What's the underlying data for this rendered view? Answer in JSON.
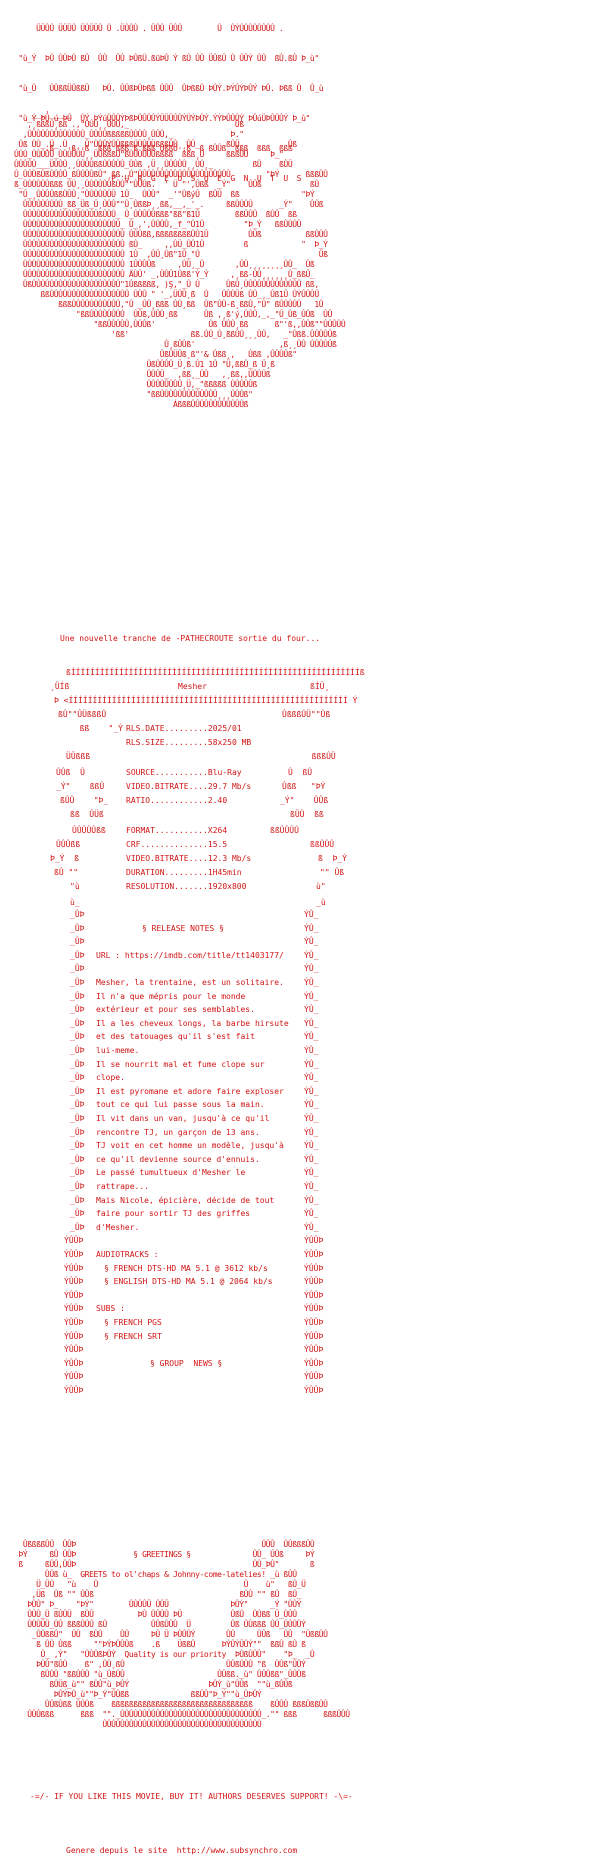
{
  "logo": {
    "art": [
      "     ÜÜÛÛ ÜÜÜÛ ÜÛÜÜÛ Û .ÜÛÛÛ . ÜÛÛ ÜÛÛ        Û  ÛÝÛÛÛÛÛÛÛÛ .",
      " \"ù_Ý  ÞÛ ÛÛÞÛ ßÛ  ÛÛ  ÛÛ ÞÛßÜ.ßüÞÛ Ý ßÛ ÛÛ ÜÛßÜ Û ÛÛÝ ÛÛ  ßÛ.ßÛ Þ_ù\"",
      " \"ù_Û   ÛÛßßÜÛßßÜ   ÞÛ. ÛÛßÞÛÞßß ÛÛÛ  ÛÞßßÛ ÞÛÝ.ÞÝÛÝÞÛÝ ÞÛ. Þßß Û  Û_ù",
      " \"ù_Ý ÞÛ ú ÞÛ  ÛÝ ÞÝúÛÛÛÝÞßÞÛÛÛÛÝÜÜÜÛÛÝÜÝÞÛÝ.ÝÝÞÛÛÛÝ ÞÛúÜÞÛÛÛÝ Þ_ù\"",
      "       .ß    ß  ß  ßßß ßßß ß ßßß ÛßßÛ .ß  ß ßÛÛß  ßßß  ßßß  ßßß",
      "                      P  U  R  G  E  U  S  U  E  G  N  U  T  U  S"
    ],
    "subtitle": "P  U  R  G  E  U  S  U  E  G  N  U  T  U  S"
  },
  "skull": {
    "art": [
      "    __,'_____",
      "   ,¸ßßßÛ¸ßß .,\"ÛÛÛ¸¸ÛÛÜ,_                        Ûß",
      "  ,ÛÛÛÛÛÛÛÛÛÛÛÛÛ_ÛÛÛÛßßßßßÛÛÛÛ¸ÛÛÛ,_             Þ.\"",
      " Ûß ÛÛ_.Ü_.Ü¸¸¸¸Û\"ÛÛÛÝÛÜßßßÜÜÛÜÜßßßÛÛ¸¸ÛÜ_      ßÛÜ           Ûß",
      "ÛÛÛ_ÛÛÛÛÛ_ÛÛÛÛÛÛ¸¸ÜÛßßßÛ\"ßÛÛÛÛÛÛßßßß  ßßß¸Û     ßßßÛÛ     Þ_\"",
      "ÛÛÛÛÛ___ÜÛÛÛ¸¸ÛÛÛÛßßÛÛÛÛÛ_ÛÛß ,Ü¸¸ÛÛÛÛÛ¸¸ÛÛ¸_         ßÛ    ßÛÜ",
      "Û_ÛÛÛßÛßÛÛÛÛ_ßÛÛÛÛßÛ\"¸ßß._Û\"ÛÛÛÛÛÛÛÛÛÛÛÛÛÛÛÛÛÛÛÛÛ        \"ÞÝ      ßßßÛÛ",
      "ß_ÛÛÛÛÛÛßßß ÛÜ¸¸ÛÛÛÛÛÛßÛÛ\"\"ÛÛÛß.  ' Ü \"',Ûßß  _Ý\"    ÛÛß           ßÛ",
      " \"Û_¸ÛÛÛÛßßÛÛÛ¸\"ÛÛÛÛÛÛÛ 1Û_  ÛÛÛ\"  _'\"ÛßýÛ  ßÛÛ  ßß              \"ÞÝ",
      "  ÛÛÛÛÛÛÛÛÛ_ßß_Üß_Ü¸ÛÛÛ\"\"Û¸ÛßßÞ¸¸ßß,__,_'_.     ßßÛÛÛÛ      _Ý\"    ÛÛß",
      "  ÛÛÛÛÛÛÛÛÛÛÛÛÛÛÛÛÛßÛÛÛ_ Û_ÛÛÛÛÛßßß\"ßß\"ß1Û        ßßÛÛÛ  ßÛÛ  ßß",
      "  ÛÛÛÛÛÛÛÛÛÛÛÛÛÛÛÛÛÛÛÛÛÛ_ Û_,',ÛÛÛÛ,_f_\"Û1Û         \"Þ_Ý   ßßÛÛÛÛ",
      "  ÛÛÛÛÛÛÛÛÛÛÛÛÛÛÛÛÛÛÛÛÛÛÛ ÛÛÛßß,ßßßßßßßßÛÛ1Û         ÛÛß          ßßÛÛÛ",
      "  ÛÛÛÛÛÛÛÛÛÛÛÛÛÛÛÛÛÛÛÛÛÛÛ ßÛ_     ,,ÛÜ_ÛÛ1Û         ß            \"  Þ_Ý",
      "  ÛÛÛÛÛÛÛÛÛÛÛÛÛÛÛÛÛÛÛÛÛÛÛ 1Û  ,ÛÜ¸Ûß\"1Û_\"Û                           Ûß",
      "  ÛÛÛÛÛÛÛÛÛÛÛÛÛÛÛÛÛÛÛÛÛÛÛ 1ÛÛÛÛß     ,ÛÛ¸_Û       ,ÛÛ¸¸¸¸¸¸¸¸ÛÛ_  Ûß",
      "  ÛÛÛÛÛÛÛÛÛÛÛÛÛÛÛÛÛÛÛÛÛÛÛ ÄÛÛ' _,ÜÛÛ1Ûßß'Ý_Ý     ,¸ßß-ÛÛ¸¸¸¸¸¸Û_ßßÛ_",
      "  ÛßÛÛÛÛÛÛÛÛÛÛÛÛÛÛÛÛÛÛÛÛ\"1Ûßßßßß, )Ş,\"_Û Û      ÛßÛ¸ÛÛÛÛÛÛÛÛÛÛÛÛÛ ßß,",
      "      ßßÛÛÛÛÛÛÛÛÛÛÛÛÛÛÛÛÛÛ ÛÛÛ \" '_,ÜÛÛ¸ß  Û   ÛÛÛÜß ÛÛ_¸_Ûß1Û ÛÝÛÛÛÛ",
      "          ßßßÛÛÛÛÛÛÛÛÛÛÛ,\"Û _ÛÛ¸ßßß ÛÛ¸ßß  Ûß\"ÛÛ-ß¸ßßÛ,\"Û\" ßÛÛÛÛÛ   1Û",
      "              \"ßßÛÛÛÛÛÛÛÛ  ÛÛß,ÛÛÛ¸ßß      Ûß ,¸ß'ý,ÛÛÛ,_,_\"Û_Ûß_ÛÛß  ÛÛ",
      "                  \"ßßÛÛÛÛÛ,ÛÛÛß'            Ûß ÛÛÛ¸ßß      ß\"'ß,,ÛÛß\"\"ÛÛÛÛÛ",
      "                      'ßß'              ßß.ÛÛ_Û¸ßßÛÛ¸¸¸ÛÛ,   _\"Ûßß.ÛÛÛÛÛß",
      "                                  Û¸ßÛÛß'                   ,ß¸¸ÛÛ ÛÛÛÛÛß",
      "                                 ÛßÛÜÜß¸ß\"'& Ûßß¸,   Ûßß ,ÛÛÛÛß\"",
      "                              ÛßÛÛÛÛ_Ü¸ß.Û1 1Û \"Ü,ßßÛ_ß Ü¸ß",
      "                              ÛÛÛÜ_  ,ßß¸_ÛÛ   ,¸ßß,,ÛÛÛÛß",
      "                              ÛÛÛÛÛÛÛÛ¸Ü,_\"ßßßßß ÛÛÛÛÛß",
      "                              \"ßßÛÛÛÛÛÛÛÛÛÛÛÛÛ¸¸¸ÛÛÛß\"",
      "                                    ÁßßßÛÛÛÛÛÛÛÛÛÛÛÛß"
    ]
  },
  "tagline": "Une nouvelle tranche de -PATHECROUTE sortie du four...",
  "title_box": {
    "top": "ßÍÍÍÍÍÍÍÍÍÍÍÍÍÍÍÍÍÍÍÍÍÍÍÍÍÍÍÍÍÍÍÍÍÍÍÍÍÍÍÍÍÍÍÍÍÍÍÍÍÍÍÍÍÍÍÍÍÍÍÍß",
    "left": "¸ÜÍß",
    "right": "ßÍÜ¸",
    "title": "Mesher",
    "underline": "Þ <ÍÍÍÍÍÍÍÍÍÍÍÍÍÍÍÍÍÍÍÍÍÍÍÍÍÍÍÍÍÍÍÍÍÍÍÍÍÍÍÍÍÍÍÍÍÍÍÍÍÍÍÍÍÍÍÍÍÍ Ý",
    "corner_l": "ßÛ\"\"ÛÜßßßÛ",
    "corner_r": "ÛßßßÛÜ\"\"Ûß"
  },
  "release_info": {
    "rls_date": "RLS.DATE.........2025/01",
    "rls_size": "RLS.SIZE.........58x250 MB",
    "source": "SOURCE...........Blu-Ray",
    "video_bitrate": "VIDEO.BITRATE....29.7 Mb/s",
    "ratio": "RATIO............2.40",
    "format": "FORMAT...........X264",
    "crf": "CRF..............15.5",
    "video_bitrate_2": "VIDEO.BITRATE....12.3 Mb/s",
    "duration": "DURATION.........1H45min",
    "resolution": "RESOLUTION.......1920x800"
  },
  "release_notes": {
    "heading": "§ RELEASE NOTES §",
    "url": "URL : https://imdb.com/title/tt1403177/",
    "lines": [
      "Mesher, la trentaine, est un solitaire.",
      "Il n'a que mépris pour le monde",
      "extérieur et pour ses semblables.",
      "Il a les cheveux longs, la barbe hirsute",
      "et des tatouages qu'il s'est fait",
      "lui-meme.",
      "Il se nourrit mal et fume clope sur",
      "clope.",
      "Il est pyromane et adore faire exploser",
      "tout ce qui lui passe sous la main.",
      "Il vit dans un van, jusqu'à ce qu'il",
      "rencontre TJ, un garçon de 13 ans.",
      "TJ voit en cet homme un modèle, jusqu'à",
      "ce qu'il devienne source d'ennuis.",
      "Le passé tumultueux d'Mesher le",
      "rattrape...",
      "Mais Nicole, épicière, décide de tout",
      "faire pour sortir TJ des griffes",
      "d'Mesher."
    ]
  },
  "audio": {
    "heading": "AUDIOTRACKS :",
    "tracks": [
      "§ FRENCH DTS-HD MA 5.1 @ 3612 kb/s",
      "§ ENGLISH DTS-HD MA 5.1 @ 2064 kb/s"
    ]
  },
  "subs": {
    "heading": "SUBS :",
    "tracks": [
      "§ FRENCH PGS",
      "§ FRENCH SRT"
    ]
  },
  "group_news": {
    "heading": "§ GROUP  NEWS §"
  },
  "greetings": {
    "heading": "§ GREETINGS §",
    "line": "GREETS to ol'chaps & Johnny-come-latelies!",
    "quality": "Quality is our priority"
  },
  "footer_art": [
    "  ÛßßßßÛÛ  ÛÛÞ                                          ÛÛÛ  ÛÛßßßÛÛ",
    " ÞÝ     ßÛ ÛÛÞ             § GREETINGS §              ÛÛ_ ÛÛß     ÞÝ",
    " ß     ßÛÛ,ÛÛÞ                                        ÛÛ_ÞÛ\"       ß",
    "       ÛÛß ù_  GREETS to ol'chaps & Johnny-come-latelies! _ù ßÛÛ",
    "     Ü_ÜÛ   \"ù    Û                                 Û    ù\"   ßÛ_Ü",
    "    ,Üß  Ûß \"\" ÛÛß                                 ßÛÛ \"\" ßÛ  ßÛ_",
    "   ÞÛÛ\" Þ_    \"ÞÝ\"        ÛÛÛÛÜ ÛÛÜ              ÞÛÝ\"     _Ý \"ÛÛÝ",
    "   ÛÛÛ_Ü ßÛÛÜ  ßÛÛ          ÞÛ ÛÛÛÛ ÞÜ           ÛßÛ  ÛÛßß Ü_ÛÛÛ",
    "   ÛÛÛÜÜ_ÛÛ ßßßÛÛÛ ßÛ          ÛÛßÛÛÛ  Ü         Ûß ÛÛßßß ÛÛ_ÛÛÛÛÝ",
    "    _ÛÛßßÛ\"  ÛÛ  ßÛÛ    ÛÛ     ÞÛ Ü ÞÛÛÛÝ       ÛÛ     ÛÛß   ÛÛ  \"ÜßßÛÛ",
    "     ß ÛÛ Ûßß     \"\"ÞÝÞÛÛÛß    .ß    ÜßßÛ      ÞÝÛÝÜÛÝ\"\"  ßßÛ ßÛ ß",
    "      Û_ ,Ý\"   \"ÛÛÛßÞÛÝ  Quality is our priority  ÞÛßÛÛÛ\"    \"Þ_  _Û",
    "     ÞÛÛ\"ßÛÛ    ß\" ,ÛÛ¸ßÛ                       ÛÛßÛÛÛ \"ß  ÛÛß\"ÛÛÝ",
    "      ßÛÛÛ \"ßßÛÛÛ \"ù_ÛßÛÛ                     ÛÛßß._ù\" ÛÛÛßß\"_ÛÛÛß",
    "        ßÛÜß_ù\"\" ßÛÛ\"ù_ÞÛÝ                  ÞÛÝ_ù\"ÛÛß  \"\"ù_ßÛÛß",
    "         ÞÛÝÞÛ_ù\"\"Þ_Ý\"ÛÛßß              ßßÛÛ\"Þ_Ý\"\"ù_ÛÞÛÝ",
    "       ÛÛßÛßß ÛÛÛß    ßßßßßßßßßßßßßßßßßßßßßßßßßßßßßßßß    ßÛÛÛ ßßßÛßßÛÛ",
    "   ÛÛÛßßß      ßßß  \"\"._ÛÛÛÛÛÛÛÛÛÛÛÛÛÛÛÛÛÛÛÛÛÛÛÛÛÛÛÛÛÛÛÛ_.\"\" ßßß      ßßßÛÛÛ",
    "                    ÛÛÛÛÛÛÛÛÛÛÛÛÛÛÛÛÛÛÛÛÛÛÛÛÛÛÛÛÛÛÛÛÛÛÛÛ"
  ],
  "support_line": "-=/- IF YOU LIKE THIS MOVIE, BUY IT! AUTHORS DESERVES SUPPORT! -\\=-",
  "generated_line": "Genere depuis le site  http://www.subsynchro.com",
  "colors": {
    "text": "#d21414",
    "background": "#ffffff"
  }
}
